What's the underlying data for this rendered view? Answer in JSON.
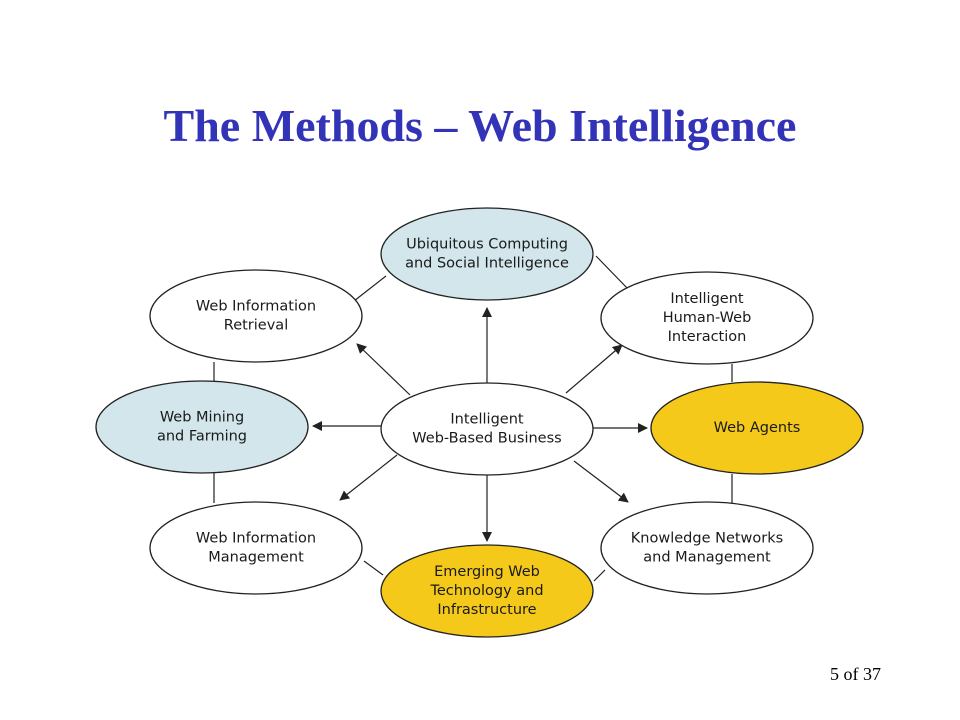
{
  "slide": {
    "title": "The Methods – Web Intelligence",
    "page_number": "5 of 37"
  },
  "colors": {
    "title": "#3333b8",
    "node_white": "#ffffff",
    "node_blue": "#d2e6ec",
    "node_yellow": "#f5c91a",
    "stroke": "#222222"
  },
  "diagram": {
    "center": {
      "lines": [
        "Intelligent",
        "Web-Based Business"
      ],
      "fill": "white"
    },
    "nodes": {
      "ubiquitous": {
        "lines": [
          "Ubiquitous Computing",
          "and Social Intelligence"
        ],
        "fill": "blue"
      },
      "human_web": {
        "lines": [
          "Intelligent",
          "Human-Web",
          "Interaction"
        ],
        "fill": "white"
      },
      "web_agents": {
        "lines": [
          "Web Agents"
        ],
        "fill": "yellow"
      },
      "knowledge": {
        "lines": [
          "Knowledge Networks",
          "and Management"
        ],
        "fill": "white"
      },
      "emerging": {
        "lines": [
          "Emerging Web",
          "Technology and",
          "Infrastructure"
        ],
        "fill": "yellow"
      },
      "info_mgmt": {
        "lines": [
          "Web Information",
          "Management"
        ],
        "fill": "white"
      },
      "mining": {
        "lines": [
          "Web Mining",
          "and Farming"
        ],
        "fill": "blue"
      },
      "retrieval": {
        "lines": [
          "Web Information",
          "Retrieval"
        ],
        "fill": "white"
      }
    }
  }
}
